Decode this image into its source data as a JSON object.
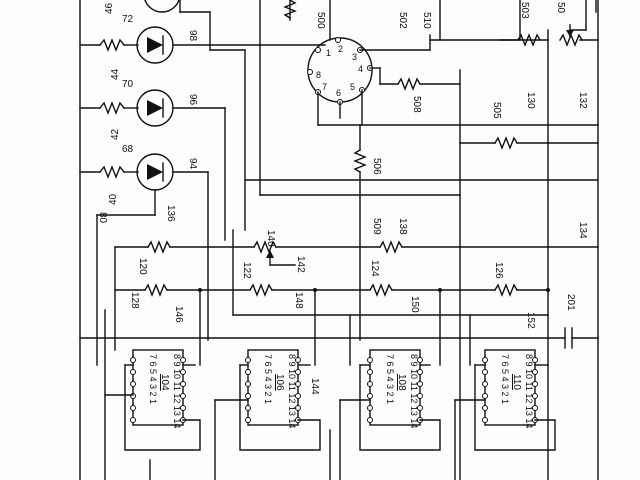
{
  "labels": {
    "l46": "46",
    "l72": "72",
    "l98": "98",
    "l44": "44",
    "l70": "70",
    "l96": "96",
    "l42": "42",
    "l68": "68",
    "l94": "94",
    "l40": "40",
    "l80": "80",
    "l136": "136",
    "l500": "500",
    "l502": "502",
    "l510": "510",
    "l503": "503",
    "l50x": "50",
    "l508": "508",
    "l505": "505",
    "l130": "130",
    "l132": "132",
    "l506": "506",
    "l509": "509",
    "l138": "138",
    "l134": "134",
    "l140": "140",
    "l142": "142",
    "l120": "120",
    "l122": "122",
    "l124": "124",
    "l126": "126",
    "l128": "128",
    "l146": "146",
    "l148": "148",
    "l150": "150",
    "l152": "152",
    "l201": "201",
    "l144": "144",
    "l104": "104",
    "l106": "106",
    "l108": "108",
    "l110": "110"
  },
  "switch_pins": [
    "1",
    "2",
    "3",
    "4",
    "5",
    "6",
    "7",
    "8"
  ],
  "chip_pins_top": "7 6 5 4 3 2 1",
  "chip_pins_bottom": "8 9 10 11 12 13 14"
}
